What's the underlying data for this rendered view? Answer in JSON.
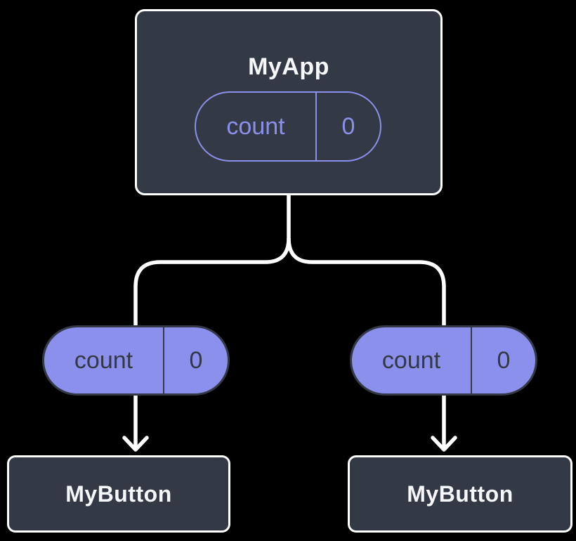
{
  "diagram": {
    "root_node": {
      "label": "MyApp",
      "state_pill": {
        "name": "count",
        "value": "0"
      }
    },
    "prop_pills": [
      {
        "name": "count",
        "value": "0"
      },
      {
        "name": "count",
        "value": "0"
      }
    ],
    "child_nodes": [
      {
        "label": "MyButton"
      },
      {
        "label": "MyButton"
      }
    ],
    "colors": {
      "background": "#000000",
      "node_fill": "#333945",
      "node_border": "#FFFFFF",
      "node_text": "#F6F7F9",
      "accent_purple": "#8A90EC",
      "pill_dark_text": "#333945",
      "connector_line": "#FFFFFF"
    }
  }
}
